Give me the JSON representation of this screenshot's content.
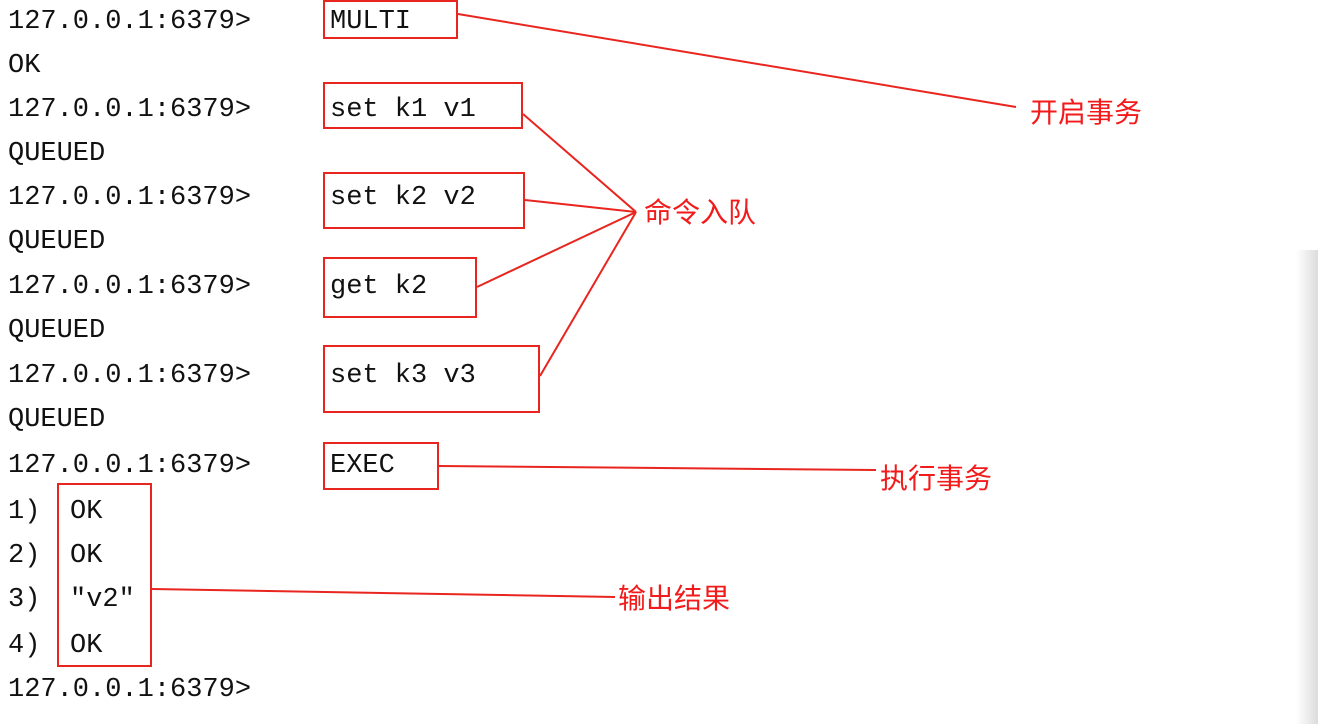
{
  "prompt": "127.0.0.1:6379>",
  "outputs": {
    "ok": "OK",
    "queued": "QUEUED"
  },
  "commands": {
    "multi": "MULTI",
    "set_k1": "set k1 v1",
    "set_k2": "set k2 v2",
    "get_k2": "get k2",
    "set_k3": "set k3 v3",
    "exec": "EXEC"
  },
  "exec_results": [
    {
      "index": "1)",
      "value": "OK"
    },
    {
      "index": "2)",
      "value": "OK"
    },
    {
      "index": "3)",
      "value": "\"v2\""
    },
    {
      "index": "4)",
      "value": "OK"
    }
  ],
  "annotations": {
    "begin_transaction": "开启事务",
    "enqueue_commands": "命令入队",
    "execute_transaction": "执行事务",
    "output_results": "输出结果"
  },
  "colors": {
    "annotation": "#e8251e",
    "text": "#111111",
    "background": "#ffffff"
  }
}
